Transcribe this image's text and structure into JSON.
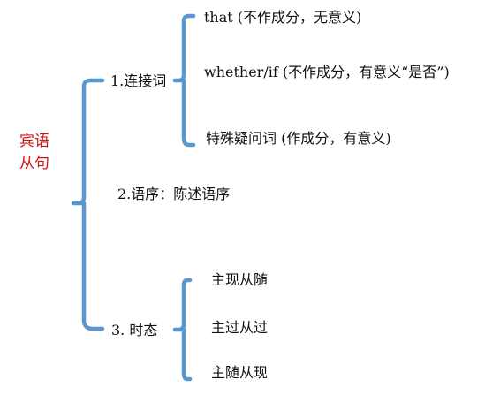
{
  "diagram": {
    "root": {
      "label": "宾语\n从句"
    },
    "branches": [
      {
        "label": "1.连接词",
        "children": [
          "that (不作成分，无意义)",
          "whether/if (不作成分，有意义“是否”)",
          "特殊疑问词  (作成分，有意义)"
        ]
      },
      {
        "label": "2.语序：陈述语序",
        "children": []
      },
      {
        "label": "3. 时态",
        "children": [
          "主现从随",
          "主过从过",
          "主随从现"
        ]
      }
    ],
    "colors": {
      "root_text": "#d11818",
      "bracket": "#5a97d1",
      "text": "#111111",
      "background": "#ffffff"
    }
  }
}
